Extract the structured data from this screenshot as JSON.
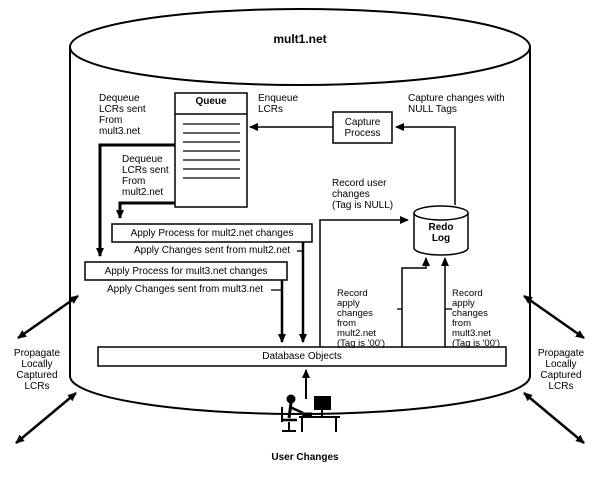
{
  "colors": {
    "ink": "#000000",
    "paper": "#ffffff"
  },
  "diagram": {
    "title": "mult1.net",
    "queue_title": "Queue",
    "boxes": {
      "capture_process": "Capture\nProcess",
      "redo_log": "Redo\nLog",
      "apply_mult2": "Apply Process for mult2.net changes",
      "apply_mult3": "Apply Process for mult3.net changes",
      "database_objects": "Database Objects"
    },
    "labels": {
      "dequeue_mult3": "Dequeue\nLCRs sent\nFrom\nmult3.net",
      "dequeue_mult2": "Dequeue\nLCRs sent\nFrom\nmult2.net",
      "enqueue_lcrs": "Enqueue\nLCRs",
      "capture_changes": "Capture changes with\nNULL Tags",
      "record_user_changes": "Record user\nchanges\n(Tag is NULL)",
      "record_apply_mult2": "Record\napply\nchanges\nfrom\nmult2.net\n(Tag is '00')",
      "record_apply_mult3": "Record\napply\nchanges\nfrom\nmult3.net\n(Tag is '00')",
      "apply_changes_mult2": "Apply Changes sent from mult2.net",
      "apply_changes_mult3": "Apply Changes sent from mult3.net",
      "propagate_left": "Propagate\nLocally\nCaptured\nLCRs",
      "propagate_right": "Propagate\nLocally\nCaptured\nLCRs",
      "user_changes": "User Changes"
    }
  }
}
